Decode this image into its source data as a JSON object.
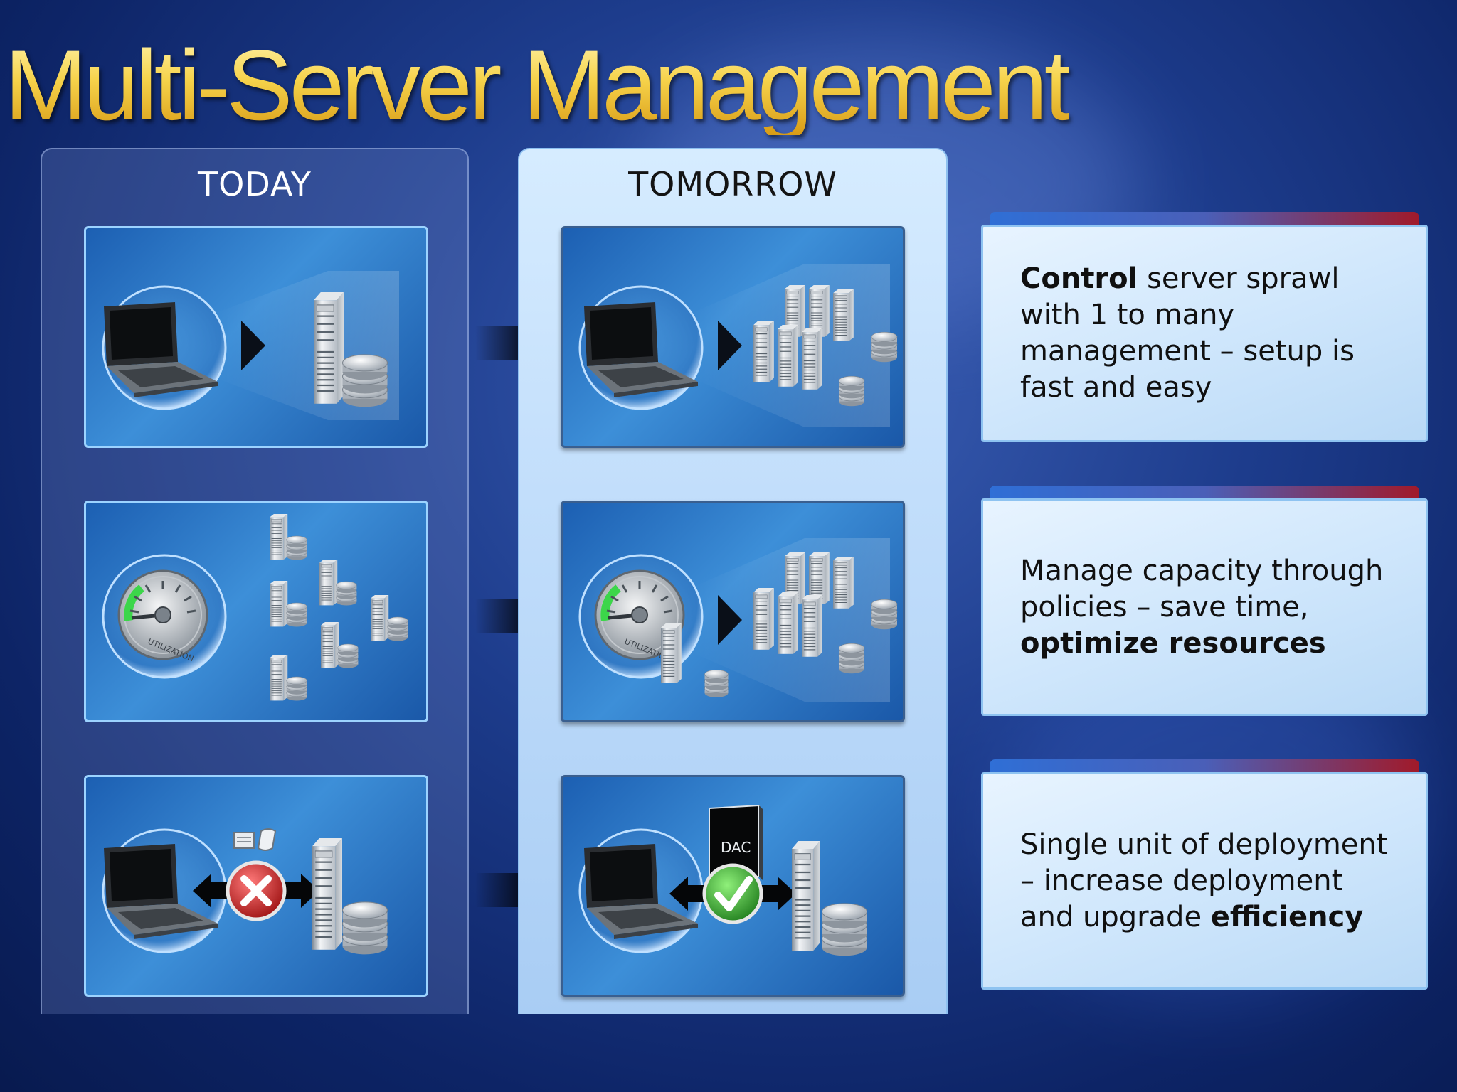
{
  "title": "Multi-Server Management",
  "columns": {
    "today": {
      "heading": "TODAY"
    },
    "tomorrow": {
      "heading": "TOMORROW",
      "dac_label": "DAC"
    }
  },
  "gauge_label": "UTILIZATION",
  "callouts": [
    {
      "bold": "Control",
      "rest": " server sprawl with 1 to many management – setup is fast and easy"
    },
    {
      "lead": "Manage capacity through policies – save time, ",
      "bold": "optimize resources"
    },
    {
      "lead": "Single unit of deployment – increase deployment and upgrade ",
      "bold": "efficiency"
    }
  ],
  "colors": {
    "title_gold": "#f6d24a",
    "background_blue": "#1d3c8c",
    "success_green": "#3aa335",
    "error_red": "#c41e1e"
  }
}
